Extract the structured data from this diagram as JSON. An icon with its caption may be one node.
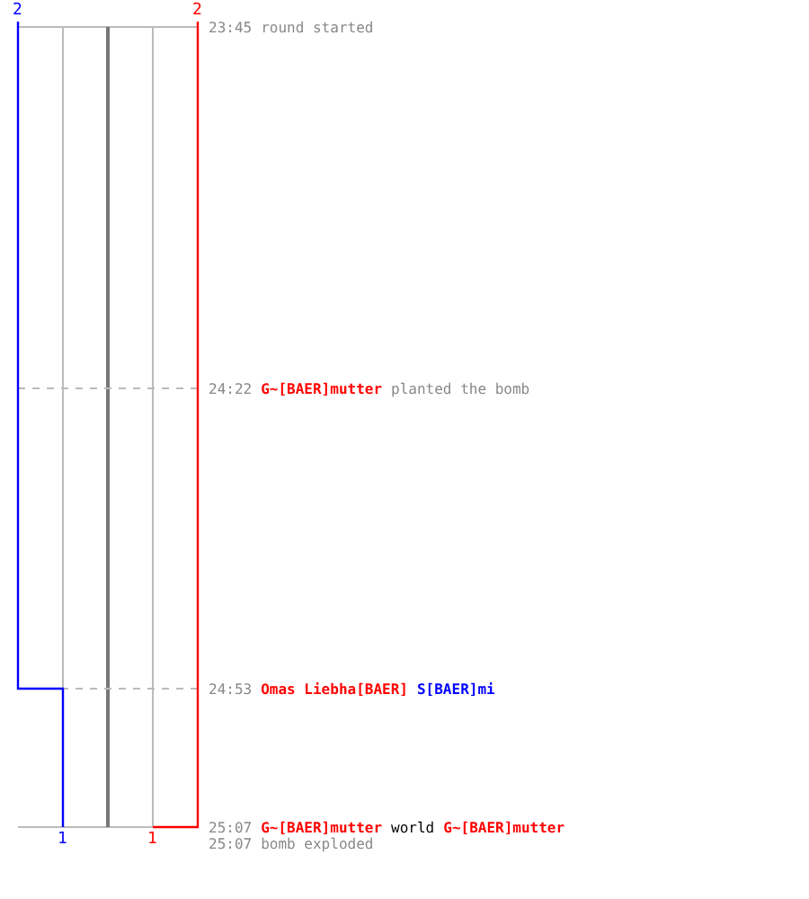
{
  "diagram": {
    "labels": [
      "2",
      "2",
      "23:45",
      "round started",
      "24:22",
      "G~[BAER]mutter",
      "planted the bomb",
      "24:53",
      "Omas Liebha[BAER]",
      "S[BAER]mi",
      "25:07",
      "G~[BAER]mutter",
      "world",
      "G~[BAER]mutter",
      "25:07",
      "bomb exploded",
      "1",
      "1"
    ]
  }
}
